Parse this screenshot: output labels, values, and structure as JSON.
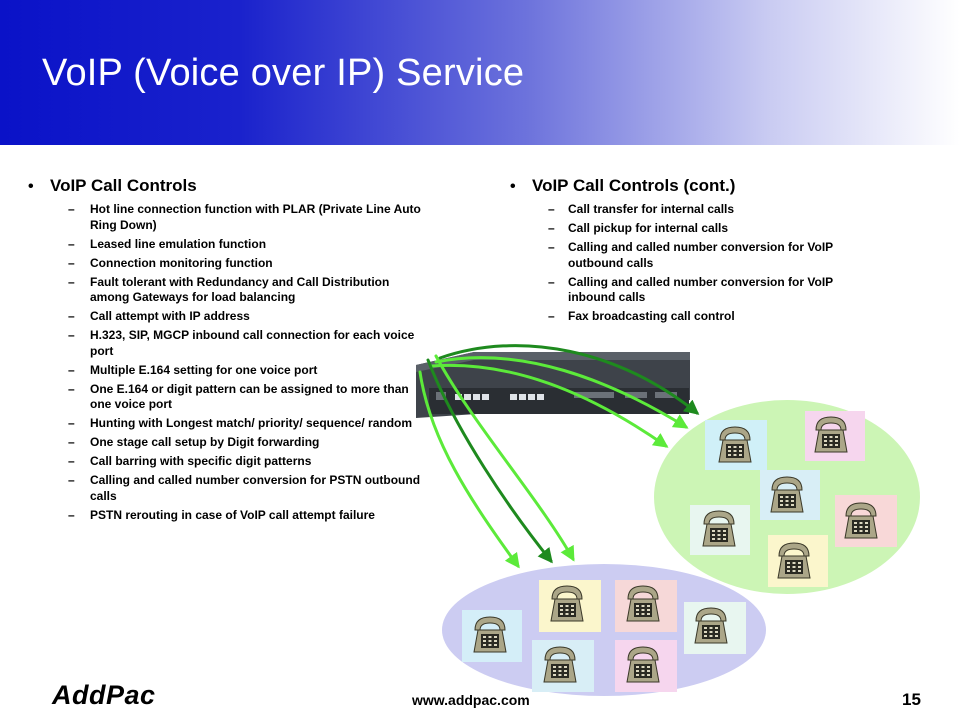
{
  "slide": {
    "title": "VoIP (Voice over IP) Service",
    "left": {
      "heading": "VoIP Call Controls",
      "items": [
        "Hot line connection function with PLAR (Private Line Auto Ring Down)",
        "Leased line emulation function",
        "Connection monitoring function",
        "Fault tolerant with Redundancy and Call Distribution among Gateways for load balancing",
        "Call attempt with IP address",
        "H.323, SIP, MGCP inbound call connection for each voice port",
        "Multiple E.164 setting for one voice port",
        "One E.164 or digit pattern can be assigned to more than one voice port",
        "Hunting with Longest match/ priority/ sequence/ random",
        "One stage call setup by Digit forwarding",
        "Call barring with specific digit patterns",
        "Calling and called number conversion for PSTN outbound calls",
        "PSTN rerouting in case of VoIP call attempt failure"
      ]
    },
    "right": {
      "heading": "VoIP Call Controls (cont.)",
      "items": [
        "Call transfer for internal calls",
        "Call pickup for internal calls",
        "Calling and called number conversion for VoIP outbound calls",
        "Calling and called number conversion for VoIP inbound calls",
        "Fax broadcasting call control"
      ]
    },
    "bullet_symbol": "•",
    "dash_symbol": "–"
  },
  "footer": {
    "logo": "AddPac",
    "url": "www.addpac.com",
    "page_number": "15"
  },
  "colors": {
    "header_start": "#0a12c8",
    "header_end": "#ffffff",
    "group_right": "#ccf5b5",
    "group_bottom": "#ccccf2",
    "arrow_light": "#5cea3a",
    "arrow_dark": "#1e8a1e",
    "phone_body": "#aba688"
  },
  "icons": {
    "bullet": "bullet-icon",
    "phone": "telephone-icon",
    "gateway": "voip-gateway-device"
  }
}
